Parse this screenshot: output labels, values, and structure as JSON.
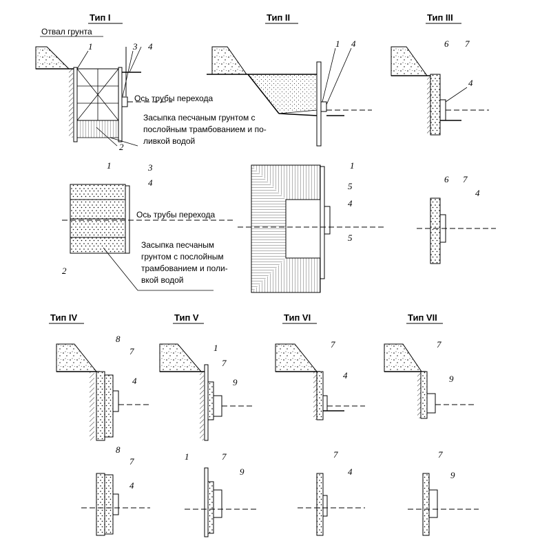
{
  "types": {
    "t1": "Тип I",
    "t2": "Тип II",
    "t3": "Тип III",
    "t4": "Тип IV",
    "t5": "Тип V",
    "t6": "Тип VI",
    "t7": "Тип VII"
  },
  "notes": {
    "soil_dump": "Отвал грунта",
    "pipe_axis": "Ось трубы перехода",
    "backfill_line1": "Засыпка песчаным грунтом с",
    "backfill_line2": "послойным трамбованием и по-",
    "backfill_line3": "ливкой водой",
    "pipe_axis2": "Ось трубы перехода",
    "backfill2_line1": "Засыпка песчаным",
    "backfill2_line2": "грунтом с послойным",
    "backfill2_line3": "трамбованием и поли-",
    "backfill2_line4": "вкой водой"
  },
  "labels": {
    "n1": "1",
    "n2": "2",
    "n3": "3",
    "n4": "4",
    "n5": "5",
    "n6": "6",
    "n7": "7",
    "n8": "8",
    "n9": "9"
  }
}
